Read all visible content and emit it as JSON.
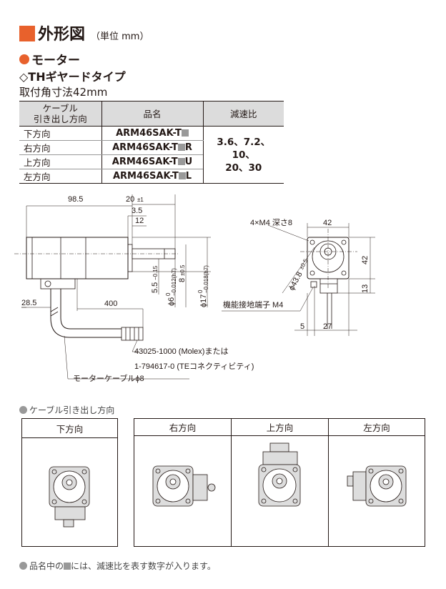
{
  "title": {
    "main": "外形図",
    "unit": "（単位 mm）"
  },
  "section": {
    "motor": "モーター",
    "type": "◇THギヤードタイプ",
    "size": "取付角寸法42mm"
  },
  "table": {
    "headers": [
      "ケーブル\n引き出し方向",
      "品名",
      "減速比"
    ],
    "header_col1_line1": "ケーブル",
    "header_col1_line2": "引き出し方向",
    "rows": [
      {
        "dir": "下方向",
        "pn_prefix": "ARM46SAK-T",
        "pn_suffix": ""
      },
      {
        "dir": "右方向",
        "pn_prefix": "ARM46SAK-T",
        "pn_suffix": "R"
      },
      {
        "dir": "上方向",
        "pn_prefix": "ARM46SAK-T",
        "pn_suffix": "U"
      },
      {
        "dir": "左方向",
        "pn_prefix": "ARM46SAK-T",
        "pn_suffix": "L"
      }
    ],
    "ratio_line1": "3.6、7.2、10、",
    "ratio_line2": "20、30"
  },
  "drawing": {
    "dim_985": "98.5",
    "dim_20": "20",
    "dim_20_tol": "±1",
    "dim_35": "3.5",
    "dim_12": "12",
    "dim_285": "28.5",
    "dim_400": "400",
    "dim_55": "5.5",
    "dim_55_tol": "−0.15",
    "dim_8": "8",
    "dim_8_tol": "±0.5",
    "dim_phi6": "ϕ6",
    "dim_phi6_tol": "−0.012(h7)",
    "dim_phi17": "ϕ17",
    "dim_phi17_tol": "−0.018(h7)",
    "zero": "0",
    "connector_1": "43025-1000 (Molex)または",
    "connector_2": "1-794617-0 (TEコネクティビティ)",
    "cable": "モーターケーブルϕ8",
    "holes": "4×M4 深さ8",
    "dim_42_top": "42",
    "dim_42_right": "42",
    "dim_13": "13",
    "dim_phi438": "ϕ43.8",
    "dim_phi438_tol": "±0.5",
    "ground": "機能接地端子 M4",
    "dim_5": "5",
    "dim_27": "27"
  },
  "cable_direction": {
    "label": "ケーブル引き出し方向",
    "panels": [
      "下方向",
      "右方向",
      "上方向",
      "左方向"
    ]
  },
  "footnote": {
    "pre": "品名中の",
    "post": "には、減速比を表す数字が入ります。"
  },
  "colors": {
    "accent": "#e8612c",
    "gray": "#999999",
    "header_bg": "#dcdcdc"
  }
}
